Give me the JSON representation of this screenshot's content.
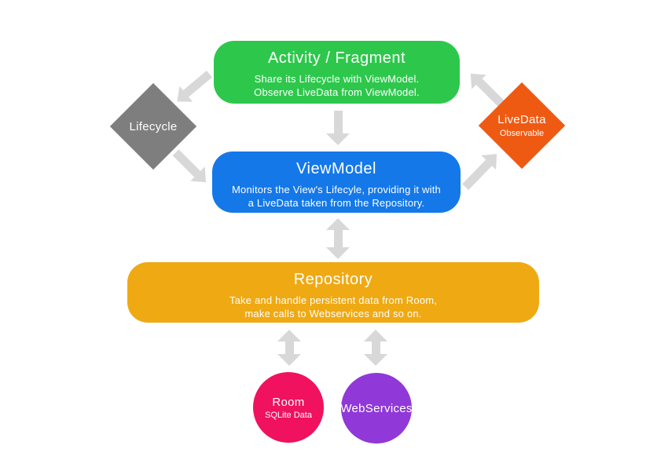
{
  "diagram": {
    "background": "#FFFFFF",
    "arrow_color": "#D8D8D8",
    "activity": {
      "title": "Activity / Fragment",
      "desc1": "Share its Lifecycle with ViewModel.",
      "desc2": "Observe LiveData from ViewModel.",
      "color": "#2DC84B"
    },
    "viewmodel": {
      "title": "ViewModel",
      "desc1": "Monitors the View's Lifecyle, providing it with",
      "desc2": "a LiveData taken from the Repository.",
      "color": "#1478E9"
    },
    "repository": {
      "title": "Repository",
      "desc1": "Take and handle persistent data from Room,",
      "desc2": "make calls to Webservices and so on.",
      "color": "#EFA913"
    },
    "lifecycle": {
      "title": "Lifecycle",
      "color": "#7E7E7E"
    },
    "livedata": {
      "title": "LiveData",
      "subtitle": "Observable",
      "color": "#EF5A13"
    },
    "room": {
      "title": "Room",
      "subtitle": "SQLite Data",
      "color": "#F0115F"
    },
    "webservices": {
      "title": "WebServices",
      "color": "#9038D8"
    }
  }
}
